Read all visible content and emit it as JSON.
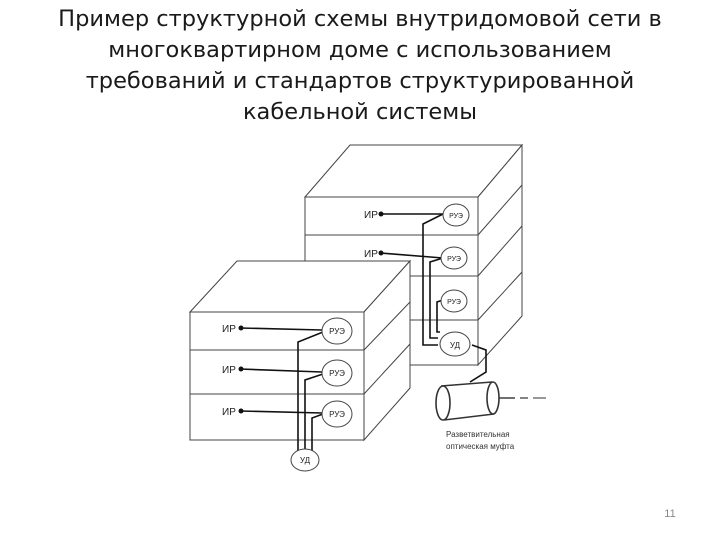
{
  "slide": {
    "title_lines": [
      "Пример структурной схемы внутридомовой сети в",
      "многоквартирном доме с использованием",
      "требований и стандартов структурированной",
      "кабельной системы"
    ],
    "page_number": "11"
  },
  "diagram": {
    "back_building": {
      "floors": [
        {
          "ir": "ИР",
          "ruz": "РУЭ"
        },
        {
          "ir": "ИР",
          "ruz": "РУЭ"
        },
        {
          "ir": "",
          "ruz": "РУЭ"
        }
      ],
      "ud": "УД"
    },
    "front_building": {
      "floors": [
        {
          "ir": "ИР",
          "ruz": "РУЭ"
        },
        {
          "ir": "ИР",
          "ruz": "РУЭ"
        },
        {
          "ir": "ИР",
          "ruz": "РУЭ"
        }
      ],
      "ud": "УД"
    },
    "coupling_caption": [
      "Разветвительная",
      "оптическая муфта"
    ],
    "colors": {
      "line": "#444444",
      "wire": "#111111",
      "text": "#222222"
    }
  }
}
